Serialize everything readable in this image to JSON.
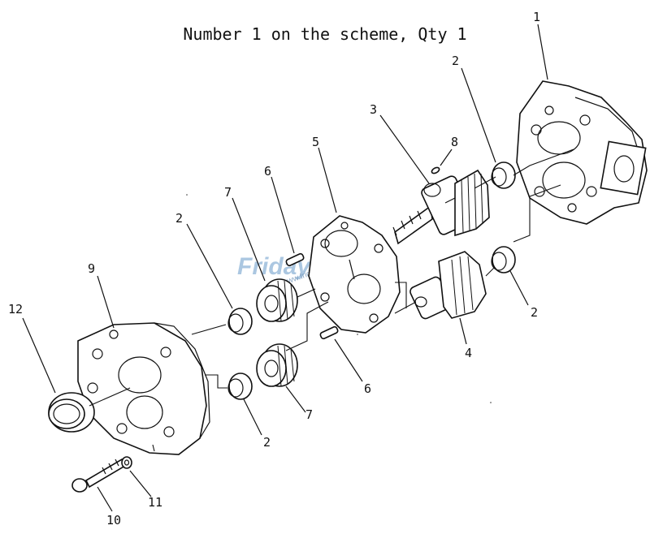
{
  "title": "Number 1 on the scheme, Qty 1",
  "watermark": {
    "brand": "FridayParts",
    "sub": "www.fridayparts"
  },
  "callouts": [
    "1",
    "2",
    "3",
    "8",
    "5",
    "6",
    "7",
    "2",
    "9",
    "12",
    "2",
    "4",
    "6",
    "7",
    "2",
    "11",
    "10"
  ]
}
